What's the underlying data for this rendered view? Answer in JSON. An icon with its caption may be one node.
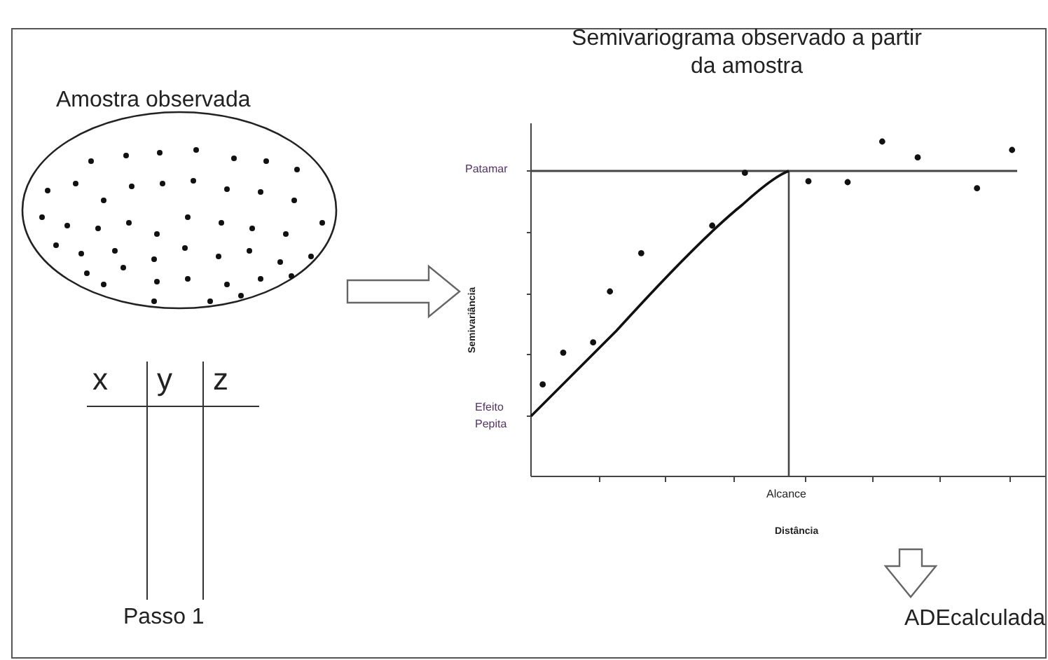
{
  "diagram": {
    "nodes": [
      {
        "text": [
          "Amostra observada"
        ]
      },
      {
        "text": [
          "Semivariograma observado a partir da amostra"
        ]
      },
      {
        "text": [
          "ADEcalculada"
        ]
      }
    ],
    "edges": [
      {
        "from": 0,
        "to": 1,
        "arrow": "to"
      },
      {
        "from": 1,
        "to": 2,
        "arrow": "to"
      }
    ],
    "labels": [
      "x",
      "y",
      "z",
      "Passo 1",
      "Patamar",
      "Semivariância",
      "Efeito Pepita",
      "Alcance",
      "Distância"
    ]
  }
}
